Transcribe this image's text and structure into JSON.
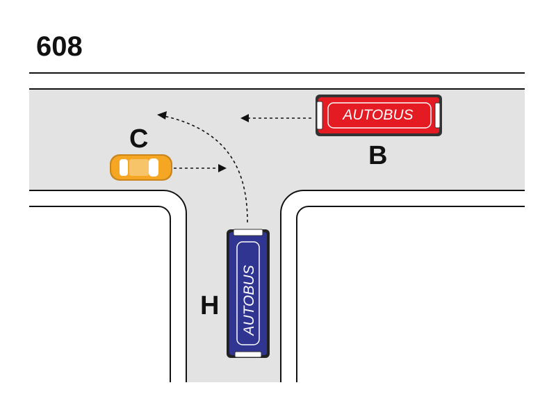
{
  "question_number": "608",
  "vehicles": {
    "bus_b": {
      "label": "B",
      "text": "AUTOBUS",
      "color": "#e41b23"
    },
    "bus_h": {
      "label": "H",
      "text": "AUTOBUS",
      "color": "#2f3591"
    },
    "car_c": {
      "label": "C",
      "color": "#f5a623"
    }
  },
  "colors": {
    "road": "#e3e3e3",
    "line": "#111111"
  }
}
